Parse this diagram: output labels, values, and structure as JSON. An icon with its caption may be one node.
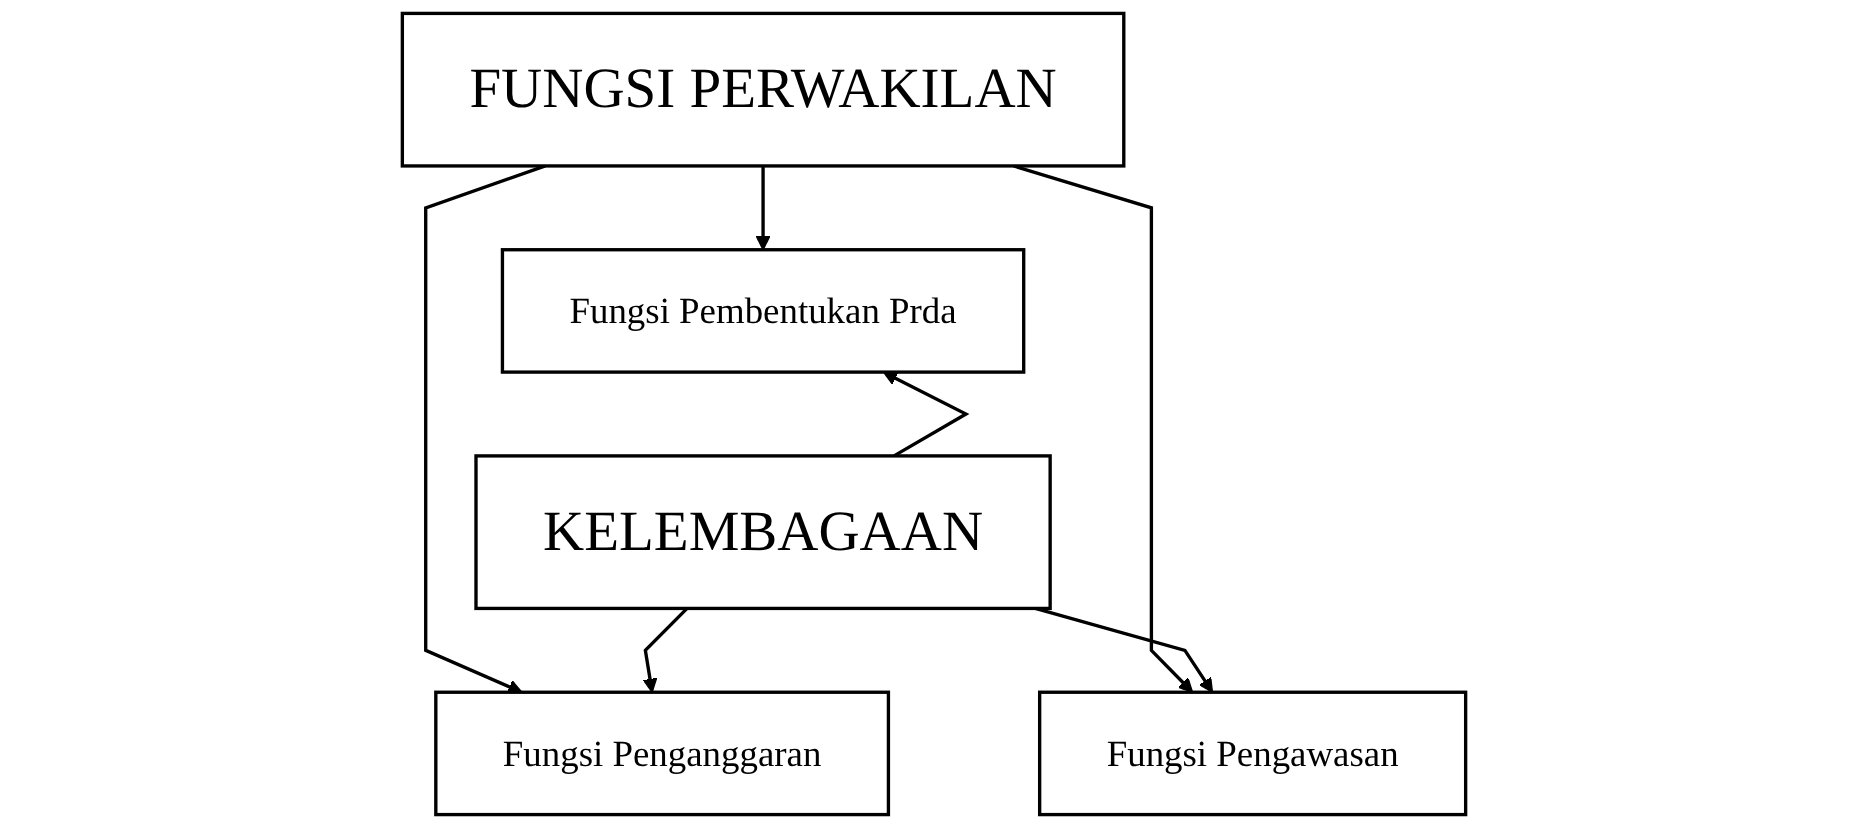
{
  "diagram": {
    "nodes": [
      {
        "text": [
          "FUNGSI PERWAKILAN"
        ]
      },
      {
        "text": [
          "Fungsi Pembentukan Prda"
        ]
      },
      {
        "text": [
          "Fungsi Penganggaran"
        ]
      },
      {
        "text": [
          "Fungsi Pengawasan"
        ]
      },
      {
        "text": [
          "KELEMBAGAAN"
        ]
      }
    ],
    "edges": [
      {
        "from": 0,
        "to": 1,
        "arrow": "to"
      },
      {
        "from": 0,
        "to": 2,
        "arrow": "to"
      },
      {
        "from": 0,
        "to": 3,
        "arrow": "to"
      },
      {
        "from": 4,
        "to": 1,
        "arrow": "to"
      },
      {
        "from": 4,
        "to": 2,
        "arrow": "to"
      },
      {
        "from": 4,
        "to": 3,
        "arrow": "to"
      }
    ]
  }
}
